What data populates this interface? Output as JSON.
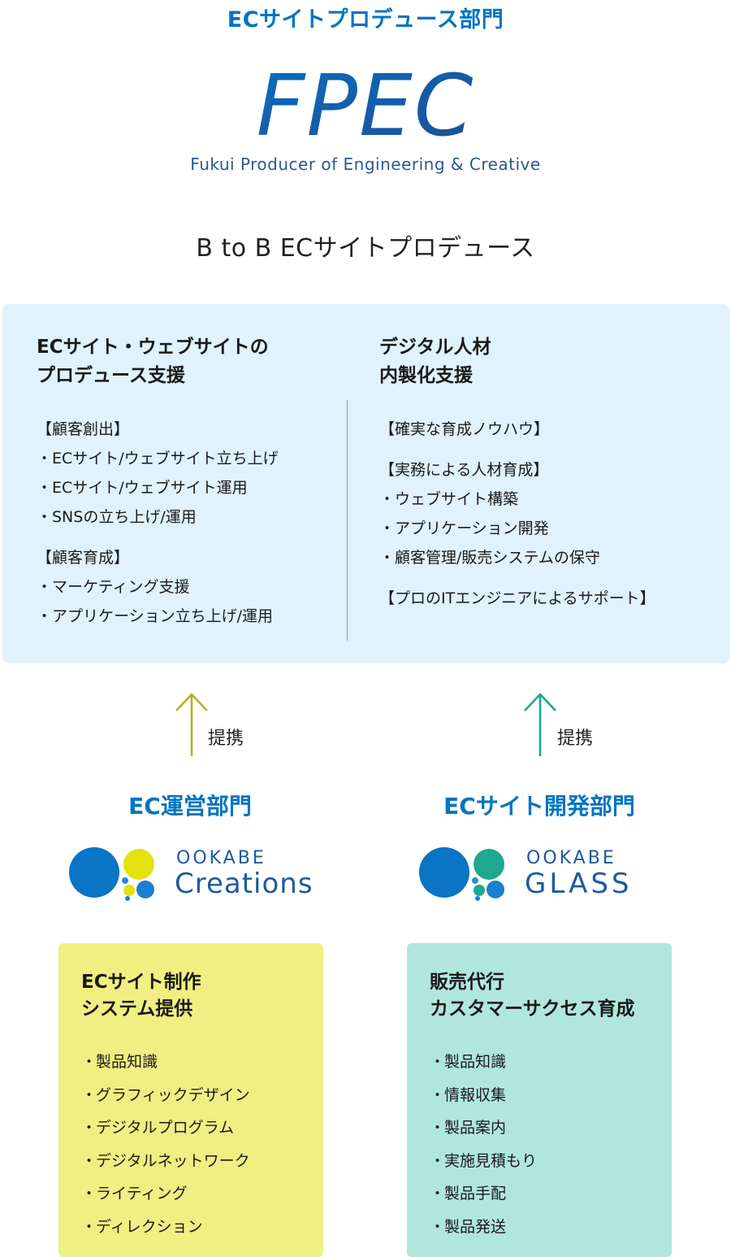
{
  "header": {
    "dept_title": "ECサイトプロデュース部門",
    "logo_text": "FPEC",
    "logo_subtitle": "Fukui Producer of Engineering & Creative",
    "tagline": "B to B  ECサイトプロデュース"
  },
  "colors": {
    "accent_blue": "#0075c1",
    "panel_blue": "#e0f2fb",
    "arrow_olive": "#b2b12b",
    "arrow_teal": "#1ba98a",
    "box_yellow": "#f0ef82",
    "box_teal": "#b1e6de"
  },
  "main_panel": {
    "left": {
      "heading_line1": "ECサイト・ウェブサイトの",
      "heading_line2": "プロデュース支援",
      "groups": [
        {
          "title": "【顧客創出】",
          "items": [
            "・ECサイト/ウェブサイト立ち上げ",
            "・ECサイト/ウェブサイト運用",
            "・SNSの立ち上げ/運用"
          ]
        },
        {
          "title": "【顧客育成】",
          "items": [
            "・マーケティング支援",
            "・アプリケーション立ち上げ/運用"
          ]
        }
      ]
    },
    "right": {
      "heading_line1": "デジタル人材",
      "heading_line2": "内製化支援",
      "groups": [
        {
          "title": "【確実な育成ノウハウ】",
          "items": []
        },
        {
          "title": "【実務による人材育成】",
          "items": [
            "・ウェブサイト構築",
            "・アプリケーション開発",
            "・顧客管理/販売システムの保守"
          ]
        },
        {
          "title": "【プロのITエンジニアによるサポート】",
          "items": []
        }
      ]
    }
  },
  "links": {
    "left_label": "提携",
    "right_label": "提携"
  },
  "divisions": {
    "left": {
      "title": "EC運営部門",
      "logo_small": "OOKABE",
      "logo_big": "Creations",
      "box_heading_line1": "ECサイト制作",
      "box_heading_line2": "システム提供",
      "items": [
        "製品知識",
        "グラフィックデザイン",
        "デジタルプログラム",
        "デジタルネットワーク",
        "ライティング",
        "ディレクション"
      ]
    },
    "right": {
      "title": "ECサイト開発部門",
      "logo_small": "OOKABE",
      "logo_big": "GLASS",
      "box_heading_line1": "販売代行",
      "box_heading_line2": "カスタマーサクセス育成",
      "items": [
        "製品知識",
        "情報収集",
        "製品案内",
        "実施見積もり",
        "製品手配",
        "製品発送"
      ]
    }
  }
}
